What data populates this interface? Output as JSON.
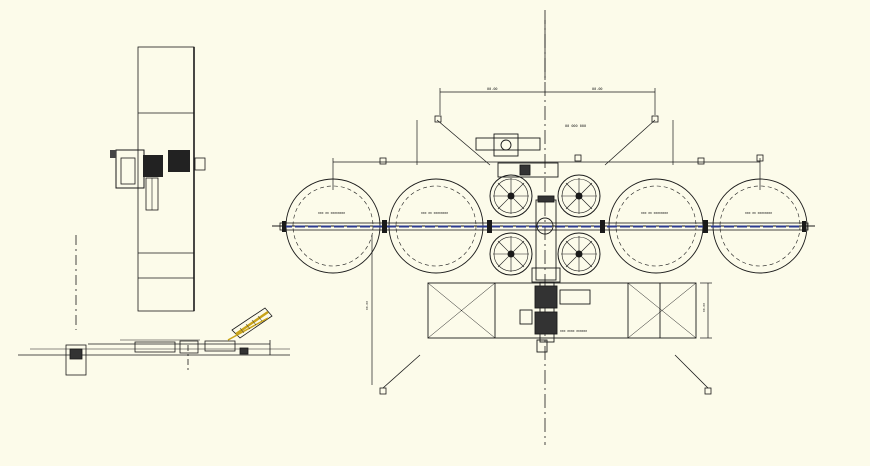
{
  "drawing": {
    "background_color": "#fcfbea",
    "line_color": "#1a1a1a",
    "accent_color": "#2b3a8f",
    "labels": {
      "top_dim_left": "00.00",
      "top_dim_right": "00.00",
      "title_top": "00 000 000",
      "tank_label": "000 00 00000000",
      "bottom_block_label": "000 0000 000000",
      "side_dim": "00.00"
    }
  }
}
